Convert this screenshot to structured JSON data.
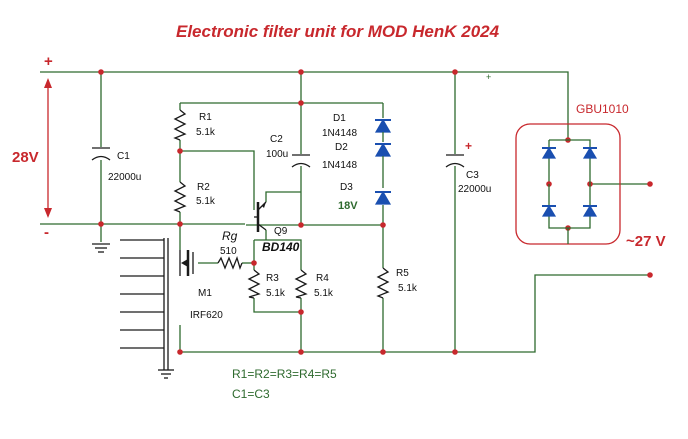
{
  "title": "Electronic filter unit   for MOD HenK 2024",
  "input": {
    "plus": "+",
    "minus": "-",
    "voltage": "28V"
  },
  "output": {
    "voltage": "~27 V"
  },
  "rectifier": {
    "label": "GBU1010",
    "plus": "+"
  },
  "components": {
    "C1": {
      "ref": "C1",
      "value": "22000u"
    },
    "C2": {
      "ref": "C2",
      "value": "100u"
    },
    "C3": {
      "ref": "C3",
      "value": "22000u",
      "plus": "+"
    },
    "R1": {
      "ref": "R1",
      "value": "5.1k"
    },
    "R2": {
      "ref": "R2",
      "value": "5.1k"
    },
    "R3": {
      "ref": "R3",
      "value": "5.1k"
    },
    "R4": {
      "ref": "R4",
      "value": "5.1k"
    },
    "R5": {
      "ref": "R5",
      "value": "5.1k"
    },
    "Rg": {
      "ref": "Rg",
      "value": "510"
    },
    "D1": {
      "ref": "D1",
      "value": "1N4148"
    },
    "D2": {
      "ref": "D2",
      "value": "1N4148"
    },
    "D3": {
      "ref": "D3",
      "value": "18V"
    },
    "Q9": {
      "ref": "Q9",
      "value": "BD140"
    },
    "M1": {
      "ref": "M1",
      "value": "IRF620"
    }
  },
  "notes": {
    "resistors": "R1=R2=R3=R4=R5",
    "capacitors": "C1=C3"
  },
  "colors": {
    "wire": "#2e6a2e",
    "accent": "#c8282d",
    "diode": "#1a4fb0"
  }
}
